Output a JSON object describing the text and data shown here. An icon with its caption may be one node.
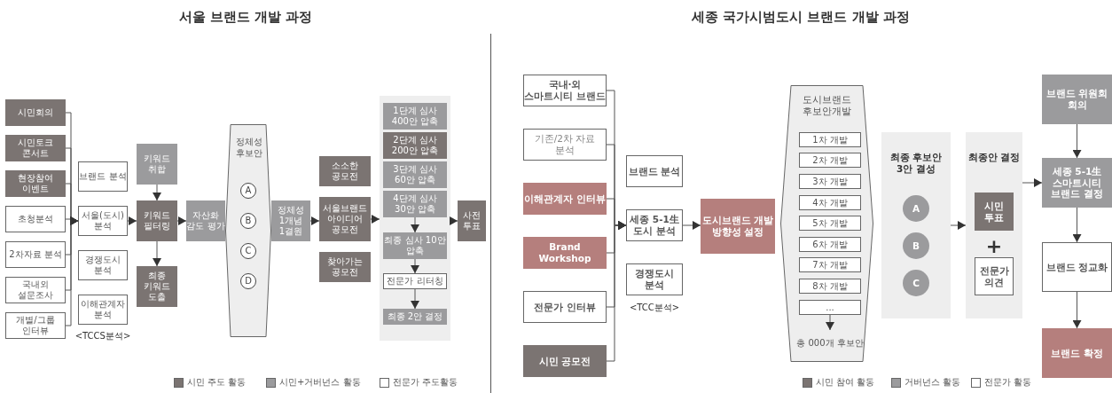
{
  "diagram": {
    "nodes": [
      {
        "text": [
          "시민회의"
        ]
      },
      {
        "text": [
          "시민토크 콘서트"
        ]
      },
      {
        "text": [
          "현장참여 이벤트"
        ]
      },
      {
        "text": [
          "초청분석"
        ]
      },
      {
        "text": [
          "2차자료 분석"
        ]
      },
      {
        "text": [
          "국내외 설문조사"
        ]
      },
      {
        "text": [
          "개별/그룹 인터뷰"
        ]
      },
      {
        "text": [
          "브랜드 분석"
        ]
      },
      {
        "text": [
          "서울(도시) 분석"
        ]
      },
      {
        "text": [
          "경쟁도시 분석"
        ]
      },
      {
        "text": [
          "이해관계자 분석"
        ]
      },
      {
        "text": [
          "키워드 취합"
        ]
      },
      {
        "text": [
          "키워드 필터링"
        ]
      },
      {
        "text": [
          "최종 키워드 도출"
        ]
      },
      {
        "text": [
          "자산화 감도 평가"
        ]
      },
      {
        "text": [
          "정체성 후보안"
        ]
      },
      {
        "text": [
          "A"
        ],
        "in": 15
      },
      {
        "text": [
          "B"
        ],
        "in": 15
      },
      {
        "text": [
          "C"
        ],
        "in": 15
      },
      {
        "text": [
          "D"
        ],
        "in": 15
      },
      {
        "text": [
          "정체성 1개념 1결원"
        ]
      },
      {
        "text": [
          "소소한 공모전"
        ]
      },
      {
        "text": [
          "서울브랜드 아이디어 공모전"
        ]
      },
      {
        "text": [
          "찾아가는 공모전"
        ]
      },
      {
        "text": [],
        "shape": "box"
      },
      {
        "text": [
          "1단계 심사 400안 압축"
        ],
        "in": 24
      },
      {
        "text": [
          "2단계 심사 200안 압축"
        ],
        "in": 24
      },
      {
        "text": [
          "3단계 심사 60안 압축"
        ],
        "in": 24
      },
      {
        "text": [
          "4단계 심사 30안 압축"
        ],
        "in": 24
      },
      {
        "text": [
          "최종 심사 10안 압축"
        ],
        "in": 24
      },
      {
        "text": [
          "전문가 리터칭"
        ],
        "in": 24
      },
      {
        "text": [
          "최종 2안 결정"
        ],
        "in": 24
      },
      {
        "text": [
          "사전 투표"
        ]
      },
      {
        "text": [
          "국내·외 스마트시티 브랜드"
        ]
      },
      {
        "text": [
          "기존/2차 자료 분석"
        ]
      },
      {
        "text": [
          "이해관계자 인터뷰"
        ]
      },
      {
        "text": [
          "Brand Workshop"
        ]
      },
      {
        "text": [
          "전문가 인터뷰"
        ]
      },
      {
        "text": [
          "시민 공모전"
        ]
      },
      {
        "text": [
          "브랜드 분석"
        ]
      },
      {
        "text": [
          "세종 5-1生 도시 분석"
        ]
      },
      {
        "text": [
          "경쟁도시 분석"
        ]
      },
      {
        "text": [
          "도시브랜드 개발 방향성 설정"
        ]
      },
      {
        "text": [
          "도시브랜드 후보안개발"
        ]
      },
      {
        "text": [
          "1차 개발"
        ],
        "in": 43
      },
      {
        "text": [
          "2차 개발"
        ],
        "in": 43
      },
      {
        "text": [
          "3차 개발"
        ],
        "in": 43
      },
      {
        "text": [
          "4차 개발"
        ],
        "in": 43
      },
      {
        "text": [
          "5차 개발"
        ],
        "in": 43
      },
      {
        "text": [
          "6차 개발"
        ],
        "in": 43
      },
      {
        "text": [
          "7차 개발"
        ],
        "in": 43
      },
      {
        "text": [
          "8차 개발"
        ],
        "in": 43
      },
      {
        "text": [
          "..."
        ],
        "in": 43
      },
      {
        "text": [
          "총 000개 후보안"
        ],
        "in": 43
      },
      {
        "text": [
          "최종 후보안 3안 결성"
        ]
      },
      {
        "text": [
          "A"
        ],
        "in": 54
      },
      {
        "text": [
          "B"
        ],
        "in": 54
      },
      {
        "text": [
          "C"
        ],
        "in": 54
      },
      {
        "text": [
          "최종안 결정"
        ]
      },
      {
        "text": [
          "시민 투표"
        ],
        "in": 58
      },
      {
        "text": [
          "전문가 의견"
        ],
        "in": 58
      },
      {
        "text": [
          "브랜드 위원회 회의"
        ]
      },
      {
        "text": [
          "세종 5-1生 스마트시티 브랜드 결정"
        ]
      },
      {
        "text": [
          "브랜드 정교화"
        ]
      },
      {
        "text": [
          "브랜드 확정"
        ]
      }
    ],
    "edges": [
      {
        "from": 0,
        "to": 8,
        "arrow": "to"
      },
      {
        "from": 1,
        "to": 8,
        "arrow": "to"
      },
      {
        "from": 2,
        "to": 8,
        "arrow": "to"
      },
      {
        "from": 3,
        "to": 8,
        "arrow": "to"
      },
      {
        "from": 4,
        "to": 8,
        "arrow": "to"
      },
      {
        "from": 5,
        "to": 8,
        "arrow": "to"
      },
      {
        "from": 6,
        "to": 8,
        "arrow": "to"
      },
      {
        "from": 8,
        "to": 12,
        "arrow": "to"
      },
      {
        "from": 11,
        "to": 12,
        "arrow": "to"
      },
      {
        "from": 12,
        "to": 13,
        "arrow": "to"
      },
      {
        "from": 12,
        "to": 14,
        "arrow": "to"
      },
      {
        "from": 20,
        "to": 22,
        "arrow": "to"
      },
      {
        "from": 22,
        "to": 24,
        "arrow": "to"
      },
      {
        "from": 28,
        "to": 29,
        "arrow": "to"
      },
      {
        "from": 29,
        "to": 30,
        "arrow": "to"
      },
      {
        "from": 30,
        "to": 31,
        "arrow": "to"
      },
      {
        "from": 24,
        "to": 32,
        "arrow": "to"
      },
      {
        "from": 33,
        "to": 40,
        "arrow": "to"
      },
      {
        "from": 34,
        "to": 40,
        "arrow": "to"
      },
      {
        "from": 35,
        "to": 40,
        "arrow": "to"
      },
      {
        "from": 36,
        "to": 40,
        "arrow": "to"
      },
      {
        "from": 37,
        "to": 40,
        "arrow": "to"
      },
      {
        "from": 38,
        "to": 40,
        "arrow": "to"
      },
      {
        "from": 40,
        "to": 42,
        "arrow": "to"
      },
      {
        "from": 52,
        "to": 53,
        "arrow": "to"
      },
      {
        "from": 54,
        "to": 58,
        "arrow": "to"
      },
      {
        "from": 58,
        "to": 62,
        "arrow": "to"
      },
      {
        "from": 61,
        "to": 62,
        "arrow": "to"
      },
      {
        "from": 62,
        "to": 63,
        "arrow": "to"
      },
      {
        "from": 63,
        "to": 64,
        "arrow": "to"
      }
    ],
    "labels": [
      "서울 브랜드 개발 과정",
      "세종 국가시범도시 브랜드 개발 과정",
      "<TCCS분석>",
      "<TCC분석>",
      "+"
    ],
    "legend": [
      {
        "text": "시민 주도 활동",
        "color": "#7b7472"
      },
      {
        "text": "시민+거버넌스 활동",
        "color": "#9b9b9d"
      },
      {
        "text": "전문가 주도활동",
        "color": "#ffffff"
      },
      {
        "text": "시민 참여 활동",
        "color": "#7b7472"
      },
      {
        "text": "거버넌스 활동",
        "color": "#9b9b9d"
      },
      {
        "text": "전문가 활동",
        "color": "#ffffff"
      }
    ]
  }
}
